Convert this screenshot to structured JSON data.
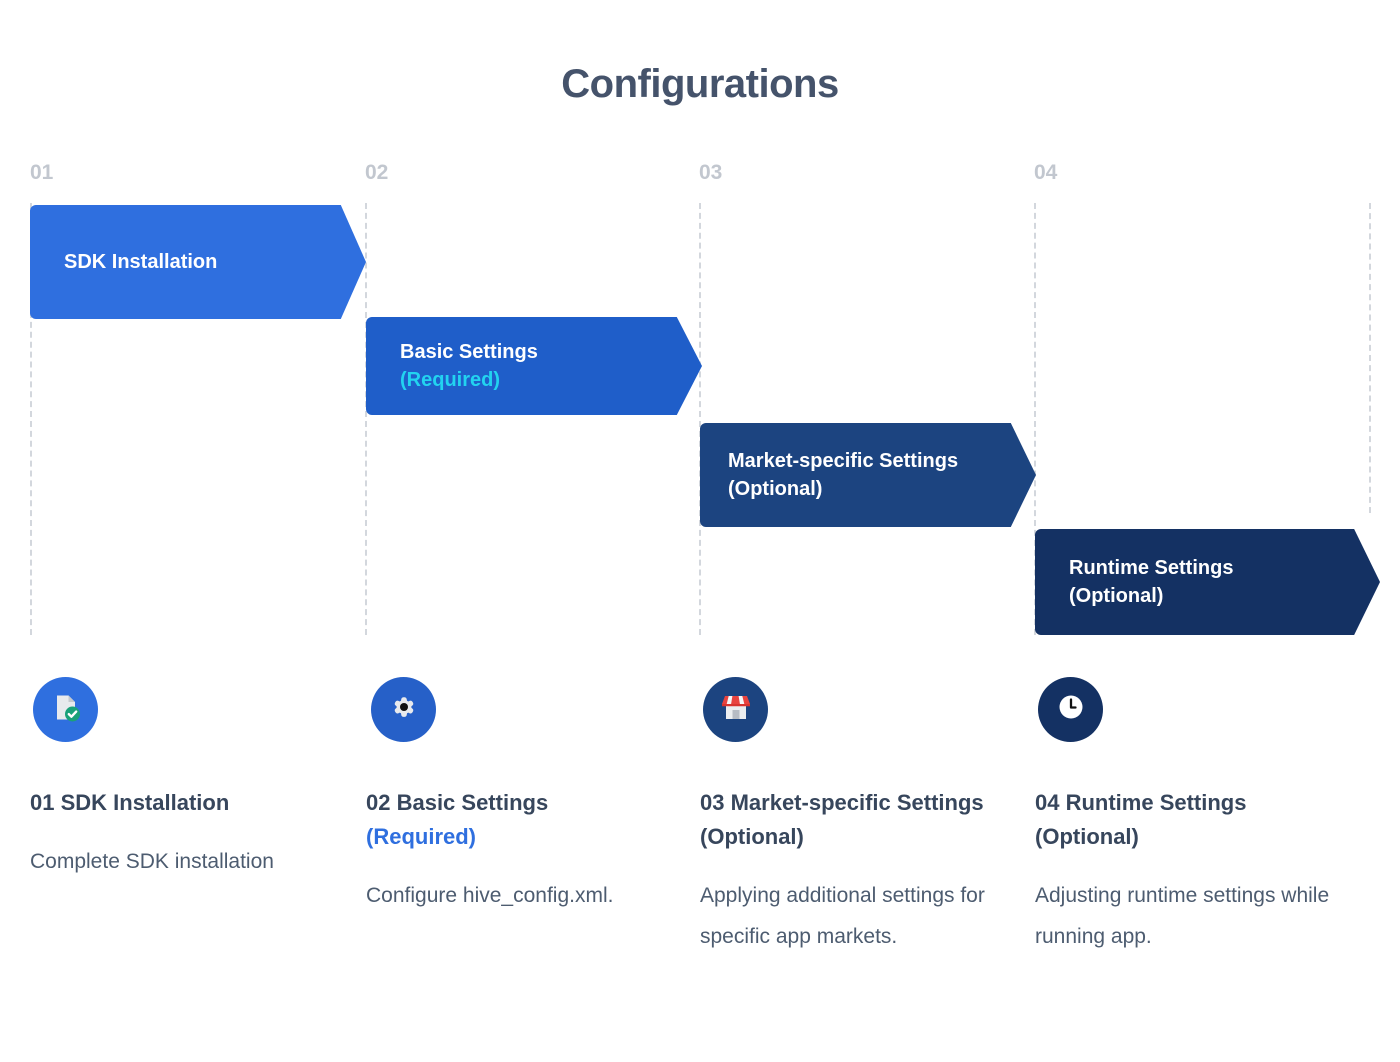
{
  "title": "Configurations",
  "colors": {
    "title": "#45536b",
    "guide": "#d3d7dd",
    "step_number": "#c2c7cf",
    "band1": "#2f6fdf",
    "band2": "#1f5ec9",
    "band3": "#1c4480",
    "band4": "#143163",
    "required_cyan": "#22d3f0",
    "required_blue": "#2f6fdf",
    "caption_title": "#37465c",
    "caption_body": "#4d5c70"
  },
  "steps": [
    {
      "number": "01",
      "band_label": "SDK Installation",
      "band_tag": "",
      "icon": "document-check-icon",
      "icon_bg": "#2f6fdf",
      "caption_title": "01 SDK Installation",
      "caption_tag": "",
      "caption_tag_style": "none",
      "caption_body": "Complete SDK installation"
    },
    {
      "number": "02",
      "band_label": "Basic Settings",
      "band_tag": "(Required)",
      "icon": "gear-icon",
      "icon_bg": "#2660c8",
      "caption_title": "02 Basic Settings",
      "caption_tag": "(Required)",
      "caption_tag_style": "blue",
      "caption_body": "Configure hive_config.xml."
    },
    {
      "number": "03",
      "band_label": "Market-specific Settings",
      "band_tag": "(Optional)",
      "icon": "storefront-icon",
      "icon_bg": "#1c4480",
      "caption_title": "03 Market-specific Settings (Optional)",
      "caption_tag": "",
      "caption_tag_style": "none",
      "caption_body": "Applying additional settings for specific app markets."
    },
    {
      "number": "04",
      "band_label": "Runtime Settings",
      "band_tag": "(Optional)",
      "icon": "clock-icon",
      "icon_bg": "#143163",
      "caption_title": "04 Runtime Settings (Optional)",
      "caption_tag": "",
      "caption_tag_style": "none",
      "caption_body": "Adjusting runtime settings while running app."
    }
  ]
}
